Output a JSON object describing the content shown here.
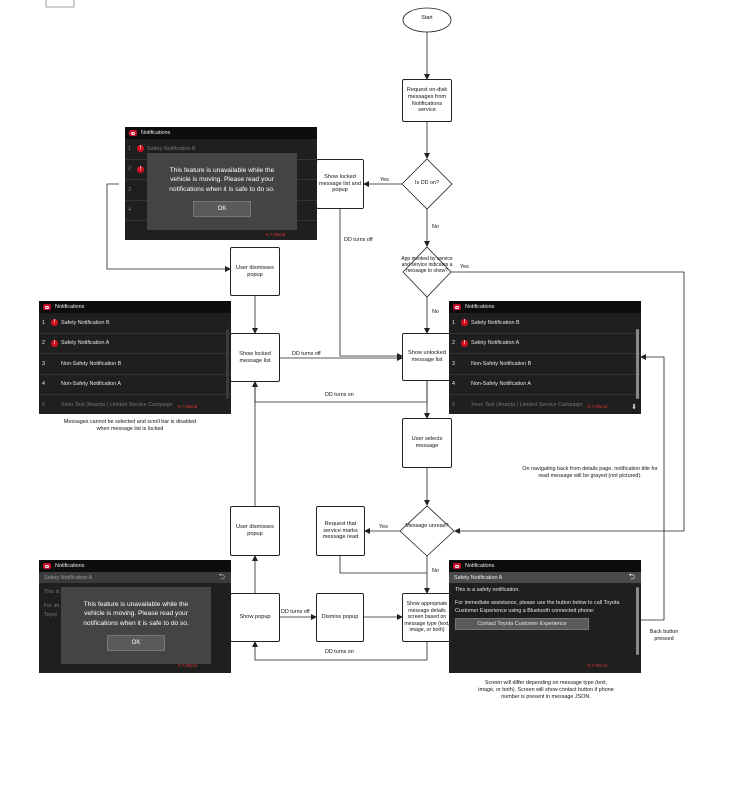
{
  "flow": {
    "start": "Start",
    "request_messages": "Request on-disk messages from Notifications service",
    "is_dd_on": "Is DD on?",
    "app_invoked": "App invoked by service and service indicates a message to show?",
    "show_locked_popup": "Show locked message list and popup",
    "user_dismisses_popup_top": "User dismisses popup",
    "show_locked_list": "Show locked message list",
    "show_unlocked_list": "Show unlocked message list",
    "user_selects": "User selects message",
    "message_unread": "Message unread?",
    "request_mark_read": "Request that service marks message read",
    "user_dismisses_popup_bottom": "User dismisses popup",
    "show_popup": "Show popup",
    "dismiss_popup": "Dismiss popup",
    "show_details": "Show appropriate message details screen based on message type (text, image, or both)"
  },
  "edge_labels": {
    "yes_dd": "Yes",
    "no_dd": "No",
    "yes_invoked": "Yes",
    "no_invoked": "No",
    "dd_off_a": "DD turns off",
    "dd_off_b": "DD turns off",
    "dd_on_a": "DD turns on",
    "dd_off_c": "DD turns off",
    "dd_on_b": "DD turns on",
    "yes_unread": "Yes",
    "no_unread": "No",
    "back_button": "Back button pressed"
  },
  "notes": {
    "locked_list": "Messages cannot be selected and scroll bar is disabled when message list is locked",
    "navigating_back": "On navigating back from details page, notification title for read message will be grayed (not pictured).",
    "details_screen": "Screen will differ depending on message type (text, image, or both). Screen will show contact button if phone number is present in message JSON."
  },
  "screens": {
    "header_title": "Notifications",
    "version": "0.7.0local",
    "list_items": [
      {
        "num": "1",
        "title": "Safety Notification B",
        "alert": true
      },
      {
        "num": "2",
        "title": "Safety Notification A",
        "alert": true
      },
      {
        "num": "3",
        "title": "Non-Safety Notification B",
        "alert": false
      },
      {
        "num": "4",
        "title": "Non-Safety Notification A",
        "alert": false
      },
      {
        "num": "5",
        "title": "Xevo Test (Ananta ) Limited Service Campaign",
        "alert": false
      }
    ],
    "popup_message": "This feature is unavailable while the vehicle is moving. Please read your notifications when it is safe to do so.",
    "popup_ok": "OK",
    "detail_title": "Safety Notification A",
    "detail_body1": "This is a safety notification.",
    "detail_body2": "For immediate assistance, please use the button below to call Toyota Customer Experience using a Bluetooth connected phone:",
    "contact_button": "Contact Toyota Customer Experience",
    "bg_item_top": "Safety Notification B",
    "bg_detail_title": "Safety Notification A",
    "bg_detail_text": "This is",
    "bg_detail_text2": "For im",
    "bg_detail_text3": "Toyot"
  },
  "colors": {
    "screen_bg": "#1f1f1f",
    "header_bg": "#0d0d0d",
    "toyota_red": "#c8102e",
    "alert_red": "#d2111f",
    "version_red": "#e03a2e"
  }
}
